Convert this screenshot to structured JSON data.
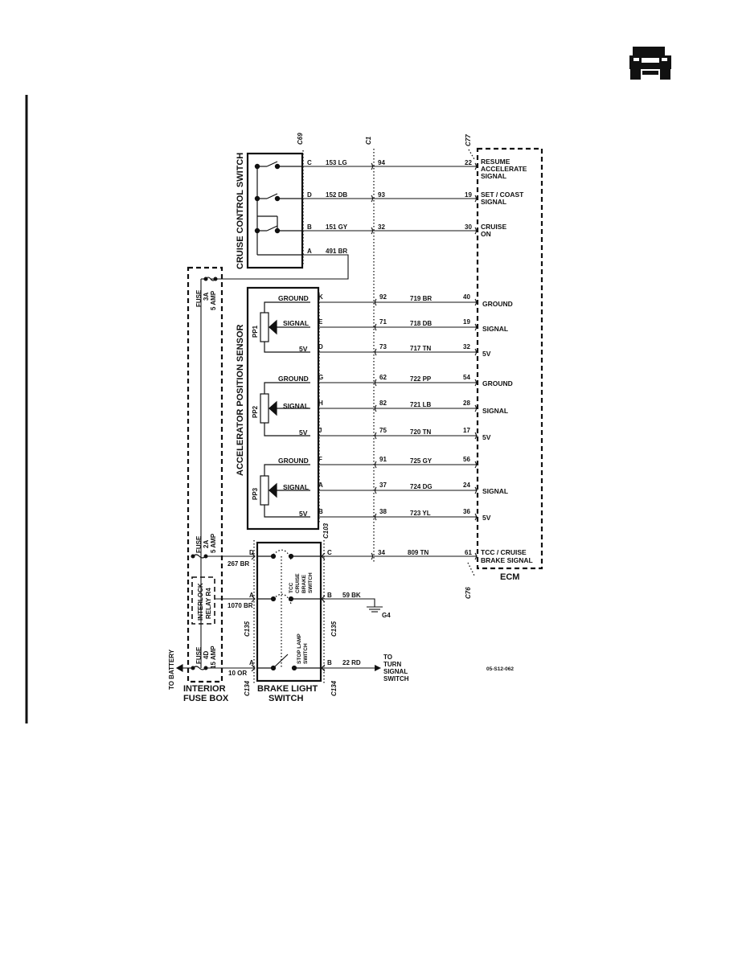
{
  "connectors": {
    "c69": "C69",
    "c1": "C1",
    "c77": "C77",
    "c76": "C76",
    "c103": "C103",
    "c135a": "C135",
    "c135b": "C135",
    "c134a": "C134",
    "c134b": "C134"
  },
  "components": {
    "cruise_switch": "CRUISE CONTROL SWITCH",
    "aps": "ACCELERATOR POSITION SENSOR",
    "ecm": "ECM",
    "brake_switch_1": "BRAKE LIGHT",
    "brake_switch_2": "SWITCH",
    "fuse_box_1": "INTERIOR",
    "fuse_box_2": "FUSE BOX",
    "tcc_switch": [
      "TCC",
      "CRUISE",
      "BRAKE",
      "SWITCH"
    ],
    "stop_lamp": [
      "STOP LAMP",
      "SWITCH"
    ],
    "interlock": [
      "INTERLOCK",
      "RELAY R4"
    ],
    "pp1": "PP1",
    "pp2": "PP2",
    "pp3": "PP3"
  },
  "fuses": {
    "f3a": [
      "FUSE",
      "3A",
      "5 AMP"
    ],
    "f2a": [
      "FUSE",
      "2A",
      "5 AMP"
    ],
    "f4d": [
      "FUSE",
      "4D",
      "15 AMP"
    ]
  },
  "cruise_circuits": [
    {
      "pin": "C",
      "wire": "153  LG",
      "c1": "94",
      "ecm_pin": "22",
      "label": [
        "RESUME",
        "ACCELERATE",
        "SIGNAL"
      ]
    },
    {
      "pin": "D",
      "wire": "152  DB",
      "c1": "93",
      "ecm_pin": "19",
      "label": [
        "SET / COAST",
        "SIGNAL"
      ]
    },
    {
      "pin": "B",
      "wire": "151  GY",
      "c1": "32",
      "ecm_pin": "30",
      "label": [
        "CRUISE",
        "ON"
      ]
    },
    {
      "pin": "A",
      "wire": "491  BR"
    }
  ],
  "aps_circuits": [
    {
      "func": "GROUND",
      "pin": "K",
      "c1": "92",
      "wire": "719  BR",
      "ecm_pin": "40",
      "ecm_label": "GROUND"
    },
    {
      "func": "SIGNAL",
      "pin": "E",
      "c1": "71",
      "wire": "718  DB",
      "ecm_pin": "19",
      "ecm_label": "SIGNAL"
    },
    {
      "func": "5V",
      "pin": "D",
      "c1": "73",
      "wire": "717  TN",
      "ecm_pin": "32",
      "ecm_label": "5V"
    },
    {
      "func": "GROUND",
      "pin": "G",
      "c1": "62",
      "wire": "722  PP",
      "ecm_pin": "54",
      "ecm_label": "GROUND"
    },
    {
      "func": "SIGNAL",
      "pin": "H",
      "c1": "82",
      "wire": "721  LB",
      "ecm_pin": "28",
      "ecm_label": "SIGNAL"
    },
    {
      "func": "5V",
      "pin": "J",
      "c1": "75",
      "wire": "720  TN",
      "ecm_pin": "17",
      "ecm_label": "5V"
    },
    {
      "func": "GROUND",
      "pin": "F",
      "c1": "91",
      "wire": "725  GY",
      "ecm_pin": "56",
      "ecm_label": ""
    },
    {
      "func": "SIGNAL",
      "pin": "A",
      "c1": "37",
      "wire": "724  DG",
      "ecm_pin": "24",
      "ecm_label": "SIGNAL"
    },
    {
      "func": "5V",
      "pin": "B",
      "c1": "38",
      "wire": "723  YL",
      "ecm_pin": "36",
      "ecm_label": "5V"
    }
  ],
  "brake_circuits": {
    "tcc": {
      "in_pin": "D",
      "in_wire": "267  BR",
      "out_pin": "C",
      "c1": "34",
      "wire": "809  TN",
      "ecm_pin": "61",
      "label": [
        "TCC / CRUISE",
        "BRAKE SIGNAL"
      ]
    },
    "ground": {
      "in_pin": "A",
      "in_wire": "1070  BR",
      "out_pin": "B",
      "wire": "59  BK",
      "ground": "G4"
    },
    "stop": {
      "in_pin": "A",
      "in_wire": "10  OR",
      "out_pin": "B",
      "wire": "22  RD",
      "to": [
        "TO",
        "TURN",
        "SIGNAL",
        "SWITCH"
      ]
    }
  },
  "to_battery": "TO BATTERY",
  "figure_ref": "05-S12-062",
  "logo_icon": "hummer-vehicle-icon"
}
